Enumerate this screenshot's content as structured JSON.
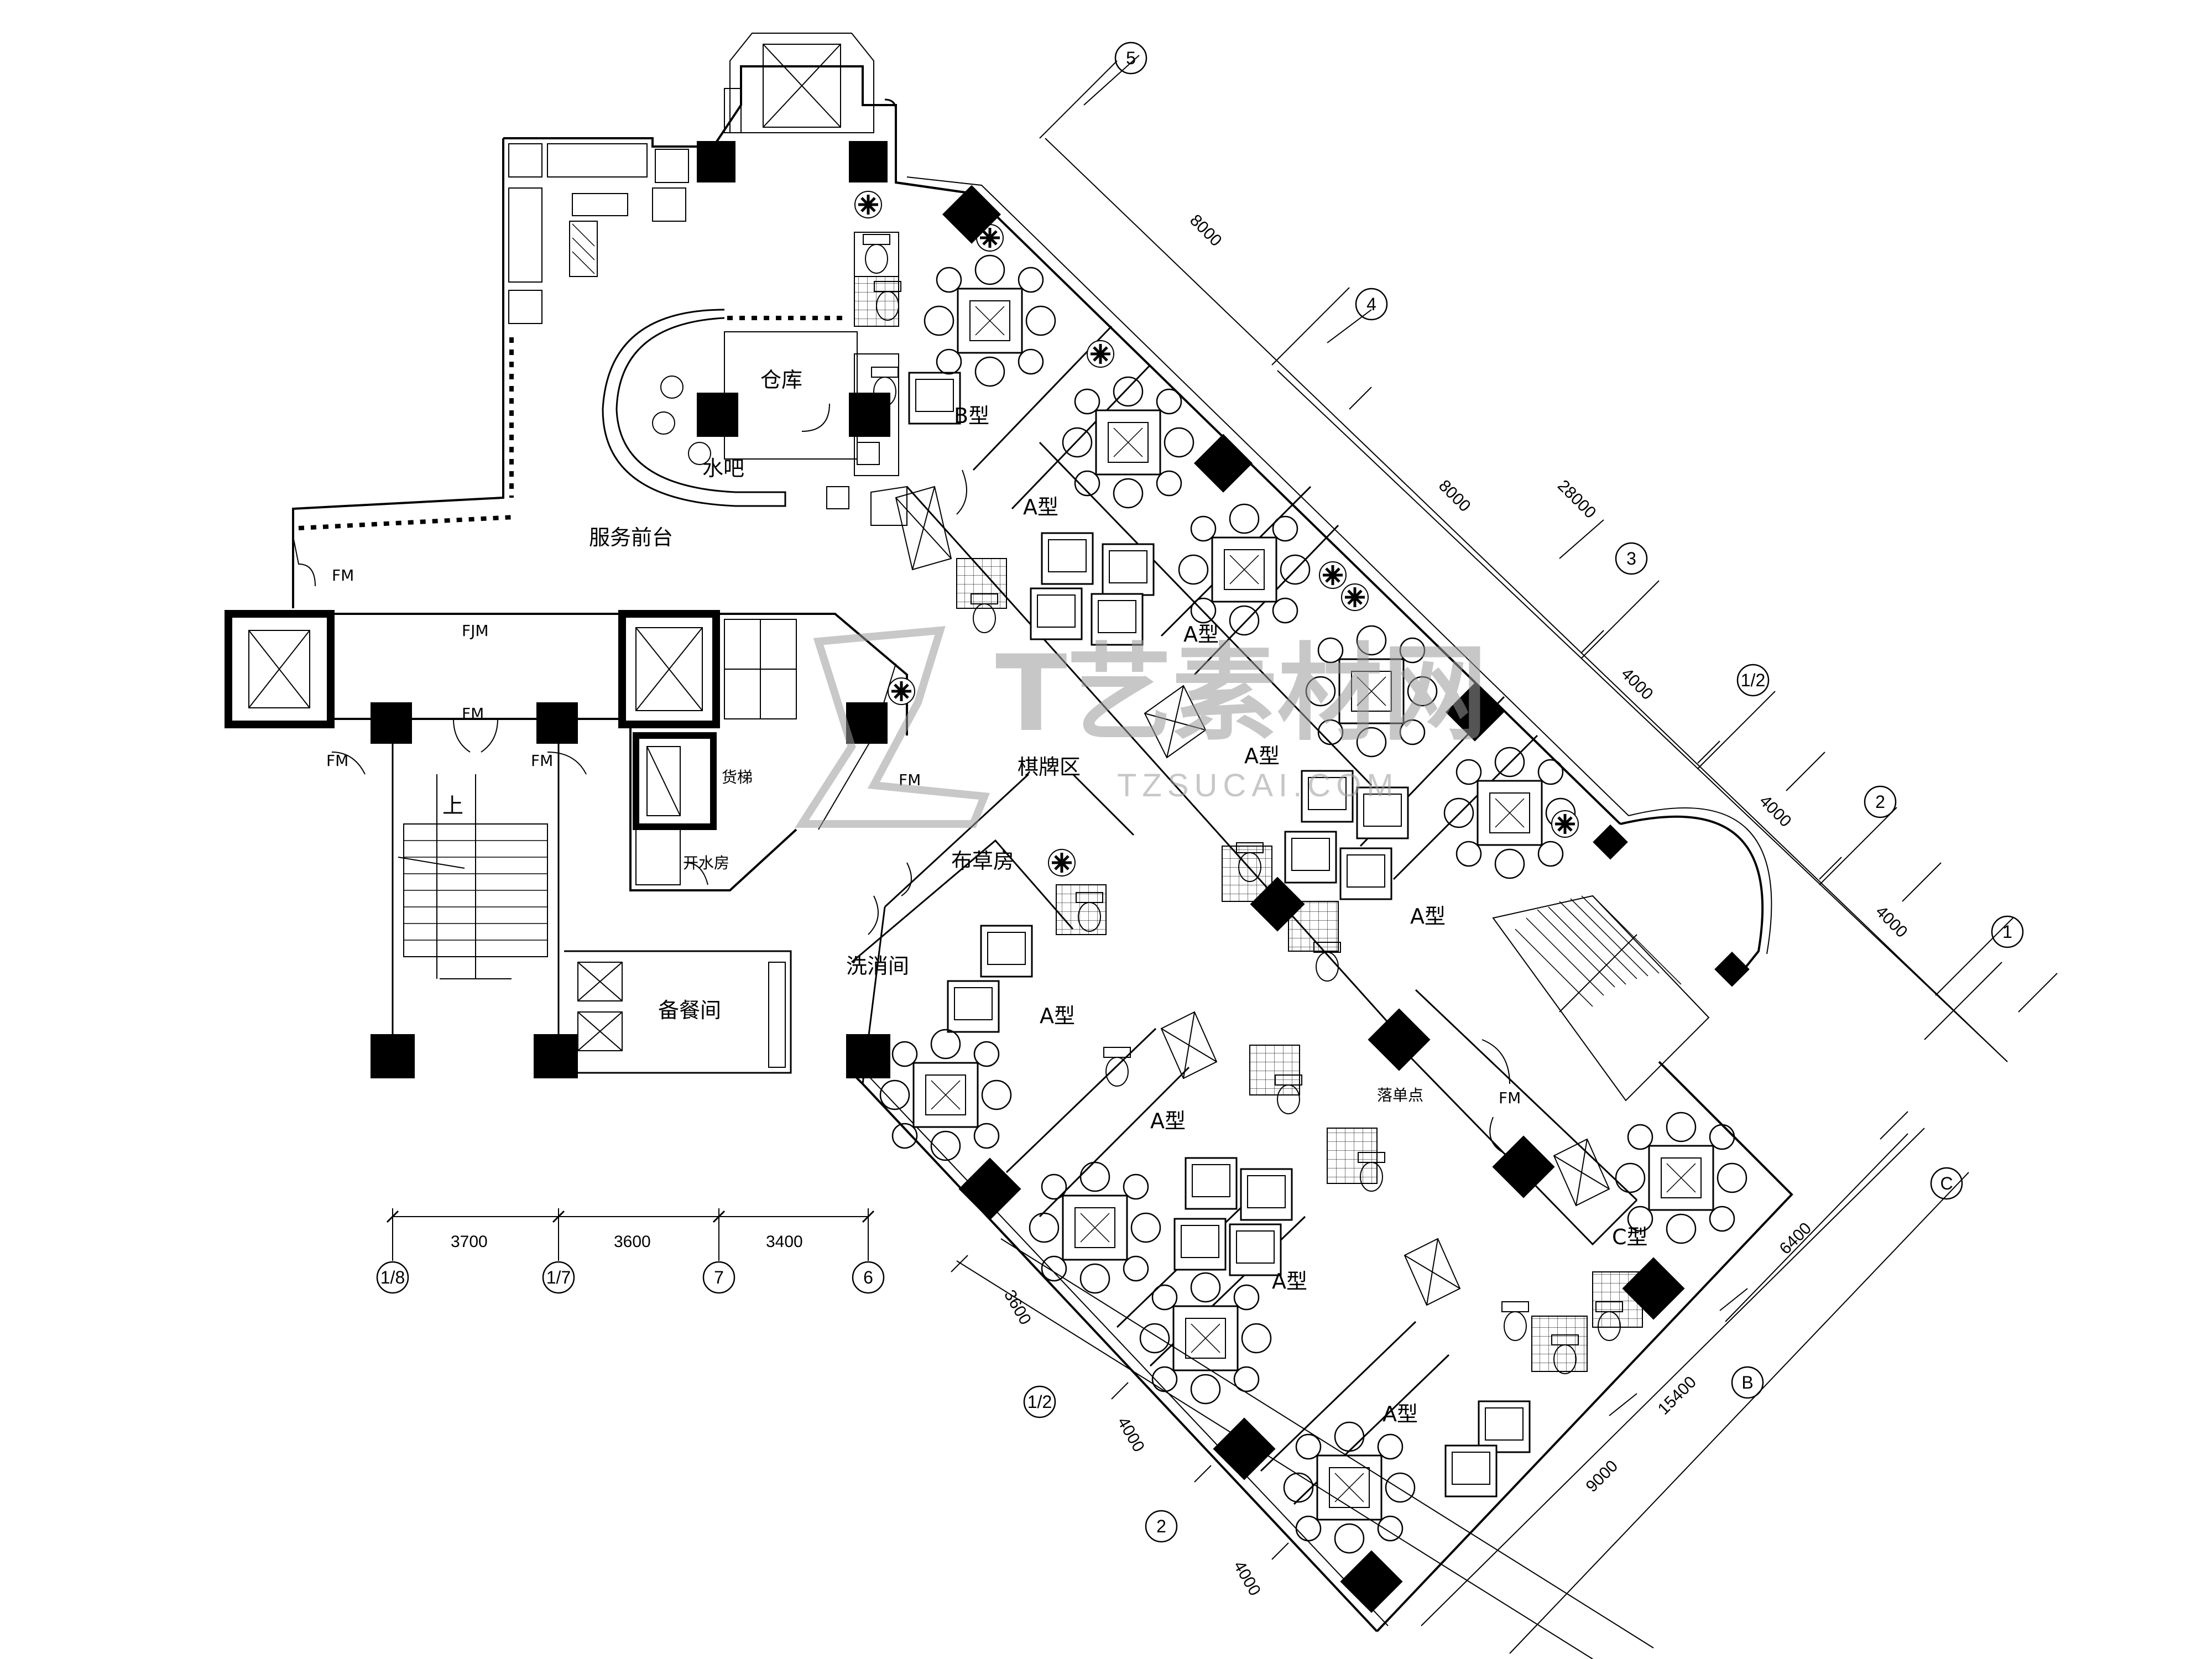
{
  "rooms": {
    "service_desk": "服务前台",
    "warehouse": "仓库",
    "water_bar": "水吧",
    "type_b": "B型",
    "mahjong_area": "棋牌区",
    "linen_room": "布草房",
    "wash_room": "洗消间",
    "pantry": "备餐间",
    "boiler_room": "开水房",
    "freight_elevator": "货梯",
    "fjm": "FJM",
    "stair_up": "上",
    "order_point": "落单点",
    "type_c": "C型",
    "type_a": "A型"
  },
  "door_tags": {
    "fm": "FM"
  },
  "dimensions": {
    "bottom_left": [
      "3700",
      "3600",
      "3400"
    ],
    "right_top": [
      "8000",
      "8000",
      "4000",
      "4000",
      "4000"
    ],
    "right_total": "28000",
    "bottom_right": [
      "3600",
      "4000",
      "4000",
      "9000"
    ],
    "bottom_right_total": "15400",
    "right_c": "6400"
  },
  "axes": {
    "bottom_left": [
      "1/8",
      "1/7",
      "7",
      "6"
    ],
    "right_top": [
      "5",
      "4",
      "3",
      "1/2",
      "2",
      "1"
    ],
    "right_letters": [
      "C",
      "B"
    ],
    "bottom_right": [
      "1/2",
      "2"
    ]
  },
  "watermark": {
    "main": "T艺素材网",
    "sub": "TZSUCAI.COM"
  },
  "colors": {
    "line": "#000000",
    "watermark": "#9a9a9a"
  }
}
